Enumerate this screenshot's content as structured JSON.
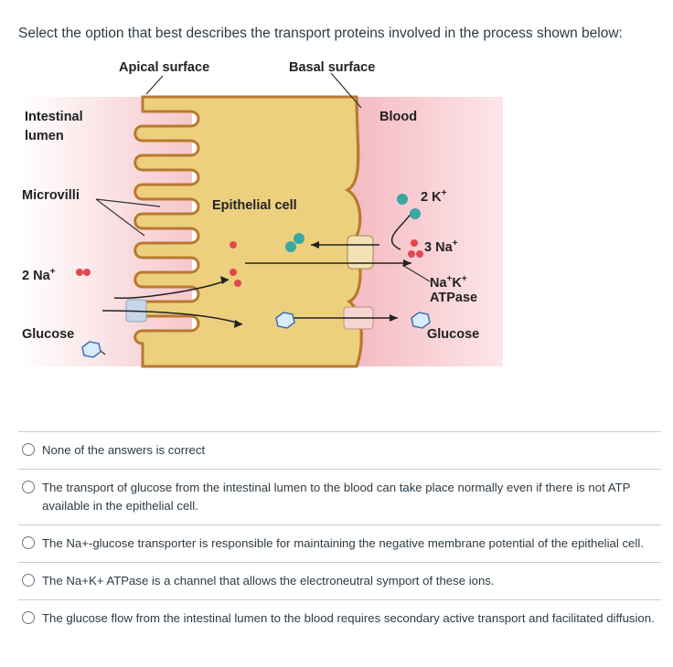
{
  "question": "Select the option that best describes the transport proteins involved in the process shown below:",
  "figure": {
    "apical_surface": "Apical surface",
    "basal_surface": "Basal surface",
    "intestinal_lumen_line1": "Intestinal",
    "intestinal_lumen_line2": "lumen",
    "blood": "Blood",
    "microvilli": "Microvilli",
    "epithelial_cell": "Epithelial cell",
    "two_na": "2 Na",
    "two_k": "2 K",
    "three_na": "3 Na",
    "plus": "+",
    "nak_line1": "Na",
    "nak_k": "K",
    "nak_line2": "ATPase",
    "glucose_left": "Glucose",
    "glucose_right": "Glucose",
    "colors": {
      "cell": "#ecd07e",
      "membrane": "#b8792f",
      "lumen_pink": "#f7cfd3",
      "na_red": "#e2474f",
      "k_teal": "#3aa7a0",
      "glucose_blue": "#d9ecfb"
    }
  },
  "answers": [
    "None of the answers is correct",
    "The transport of glucose from the intestinal lumen to the blood can take place normally even if there is not ATP available in the epithelial cell.",
    "The Na+-glucose transporter is responsible for maintaining the negative membrane potential of the epithelial cell.",
    "The Na+K+ ATPase is a channel that allows the electroneutral symport of these ions.",
    "The glucose flow from the intestinal lumen to the blood requires secondary active transport and facilitated diffusion."
  ]
}
